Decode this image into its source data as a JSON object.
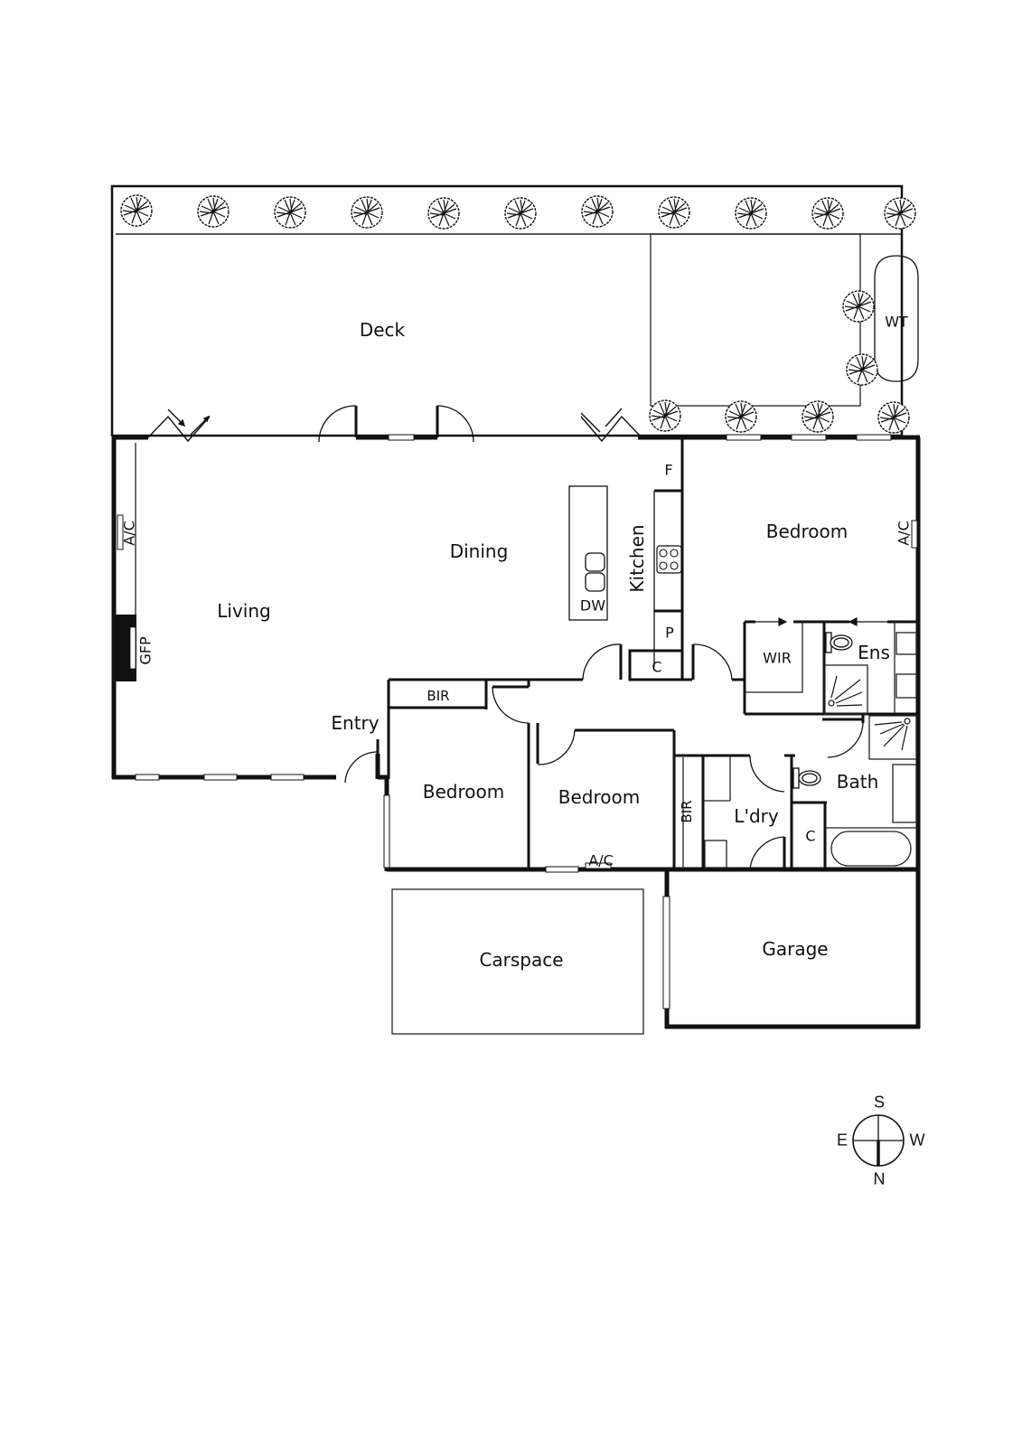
{
  "plan": {
    "type": "residential floor plan",
    "rooms": {
      "deck": "Deck",
      "wt": "WT",
      "living": "Living",
      "dining": "Dining",
      "kitchen": "Kitchen",
      "f": "F",
      "dw": "DW",
      "p": "P",
      "c_kitchen": "C",
      "entry": "Entry",
      "bedroom_main": "Bedroom",
      "wir": "WIR",
      "ens": "Ens",
      "bedroom_2": "Bedroom",
      "bir_2": "BIR",
      "bedroom_3": "Bedroom",
      "bir_3": "BIR",
      "ldry": "L'dry",
      "bath": "Bath",
      "c_bath": "C",
      "carspace": "Carspace",
      "garage": "Garage"
    },
    "fixtures": {
      "ac_living": "A/C",
      "gfp": "GFP",
      "ac_main_bedroom": "A/C",
      "ac_bedroom_3": "A/C"
    },
    "compass": {
      "s": "S",
      "e": "E",
      "w": "W",
      "n": "N"
    },
    "colors": {
      "wall": "#111111",
      "line": "#222222",
      "background": "#ffffff"
    }
  }
}
